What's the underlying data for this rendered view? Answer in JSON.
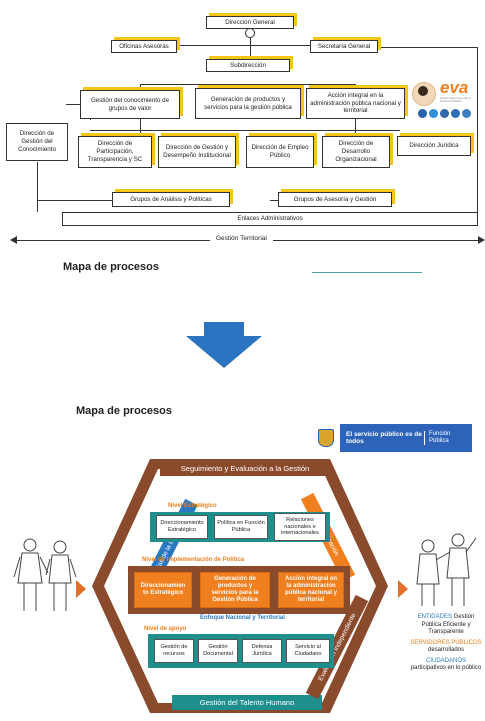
{
  "org_chart": {
    "direccion_general": "Dirección General",
    "oficinas_asesoras": "Oficinas Asesoras",
    "secretaria_general": "Secretaría General",
    "subdireccion": "Subdirección",
    "gestion_conocimiento_grupos": "Gestión del conocimiento de grupos de valor",
    "generacion_productos": "Generación de productos y servicios para la gestión pública",
    "accion_integral": "Acción integral en la administración pública nacional y territorial",
    "dir_gestion_conocimiento": "Dirección de Gestión del Conocimiento",
    "dir_participacion": "Dirección de Participación, Transparencia y SC",
    "dir_gestion_desempeno": "Dirección de Gestión y Desempeño Institucional",
    "dir_empleo": "Dirección de Empleo Público",
    "dir_desarrollo": "Dirección de Desarrollo Organizacional",
    "dir_juridica": "Dirección Jurídica",
    "grupos_analisis": "Grupos de Análisis y Políticas",
    "grupos_asesoria": "Grupos de Asesoría y Gestión",
    "enlaces": "Enlaces Administrativos",
    "gestion_territorial": "Gestión Territorial",
    "eva_logo": "eva",
    "eva_sub": "Gestor Normativo de la Función Pública"
  },
  "top_title": "Mapa de procesos",
  "bottom_title": "Mapa de procesos",
  "brand": {
    "left": "El servicio público es de todos",
    "right": "Función Pública"
  },
  "process_map": {
    "seguimiento": "Seguimiento y Evaluación a la Gestión",
    "talento": "Gestión del Talento Humano",
    "tecnologias": "Tecnologías de la Información",
    "comunicacion": "Comunicación",
    "evaluacion": "Evaluación Independiente",
    "nivel_estrategico": "Nivel Estratégico",
    "estrategico_items": [
      "Direccionamiento Estratégico",
      "Política en Función Pública",
      "Relaciones nacionales e internacionales"
    ],
    "nivel_implementacion": "Nivel de implementación de Política",
    "implementacion_items": [
      "Direccionamien to Estratégico",
      "Generación de productos y servicios para la Gestión Pública",
      "Acción integral en la administración pública nacional y territorial"
    ],
    "enfoque": "Enfoque Nacional y Territorial",
    "nivel_apoyo": "Nivel de apoyo",
    "apoyo_items": [
      "Gestión de recursos",
      "Gestión Documental",
      "Defensa Jurídica",
      "Servicio al Ciudadano"
    ]
  },
  "right_panel": {
    "entidades_title": "ENTIDADES",
    "entidades_text": "Gestión Pública Eficiente y Transparente",
    "servidores_title": "SERVIDORES PÚBLICOS",
    "servidores_text": "desarrollados",
    "ciudadanos_title": "CIUDADANOS",
    "ciudadanos_text": "participativos en lo público"
  },
  "colors": {
    "accent": "#f5c518",
    "orange": "#f07f1f",
    "teal": "#1e8f8c",
    "blue": "#2b78c2",
    "brown": "#8a4a2c"
  }
}
